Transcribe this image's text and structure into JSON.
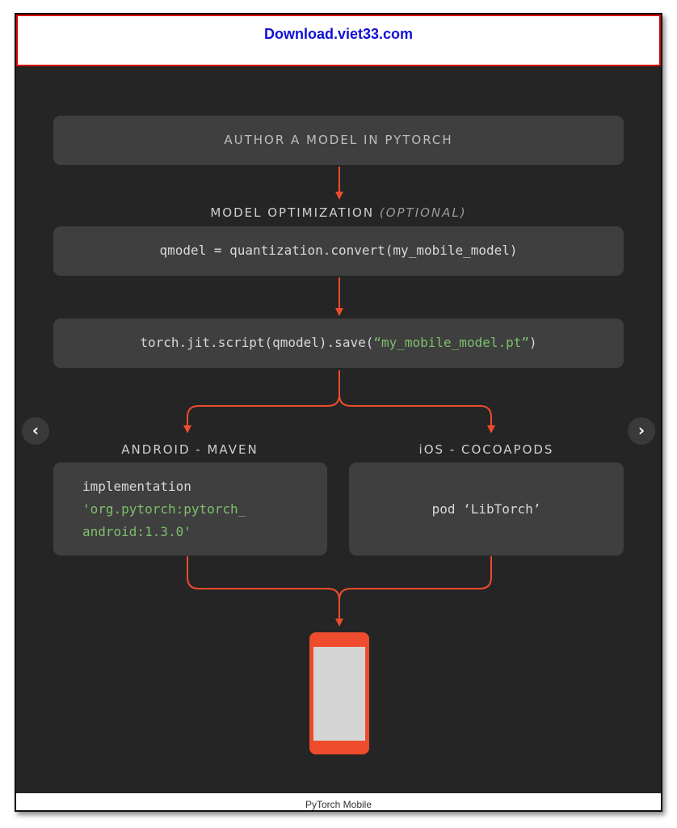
{
  "banner": {
    "text": "Download.viet33.com"
  },
  "diagram": {
    "step1": "AUTHOR A MODEL IN PYTORCH",
    "optimization_title": "MODEL OPTIMIZATION",
    "optimization_optional": "OPTIONAL",
    "step2_code": "qmodel = quantization.convert(my_mobile_model)",
    "step3_code_prefix": "torch.jit.script(qmodel).save(",
    "step3_code_string": "“my_mobile_model.pt”",
    "step3_code_suffix": ")",
    "android_title": "ANDROID - MAVEN",
    "android_line1": "implementation",
    "android_line2": "'org.pytorch:pytorch_",
    "android_line3": "android:1.3.0'",
    "ios_title": "iOS - COCOAPODS",
    "ios_code": "pod ‘LibTorch’"
  },
  "caption": "PyTorch Mobile",
  "colors": {
    "background": "#252525",
    "box": "#3f3f3f",
    "accent": "#ee4c2c",
    "string": "#7dbf6c",
    "phone_screen": "#d4d4d4"
  },
  "icons": {
    "prev": "chevron-left-icon",
    "next": "chevron-right-icon"
  }
}
